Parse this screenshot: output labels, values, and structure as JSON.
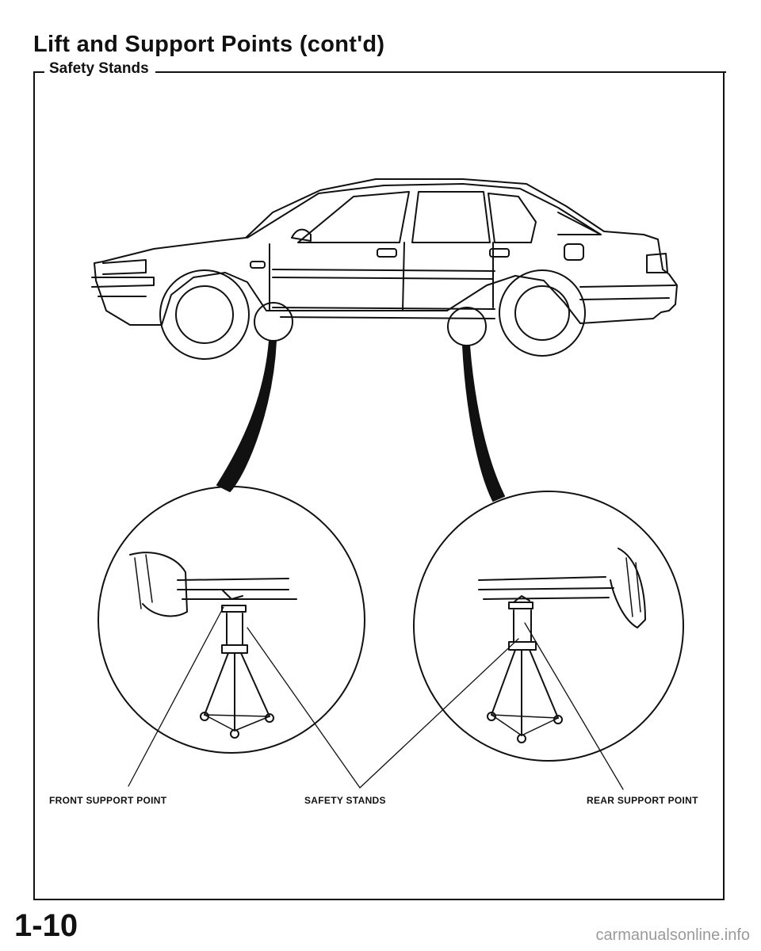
{
  "page": {
    "title": "Lift and Support Points (cont'd)",
    "section_title": "Safety Stands",
    "page_number": "1-10"
  },
  "figure": {
    "callouts": {
      "front_support_point": "FRONT SUPPORT POINT",
      "safety_stands": "SAFETY STANDS",
      "rear_support_point": "REAR SUPPORT POINT"
    }
  },
  "watermark": "carmanualsonline.info"
}
